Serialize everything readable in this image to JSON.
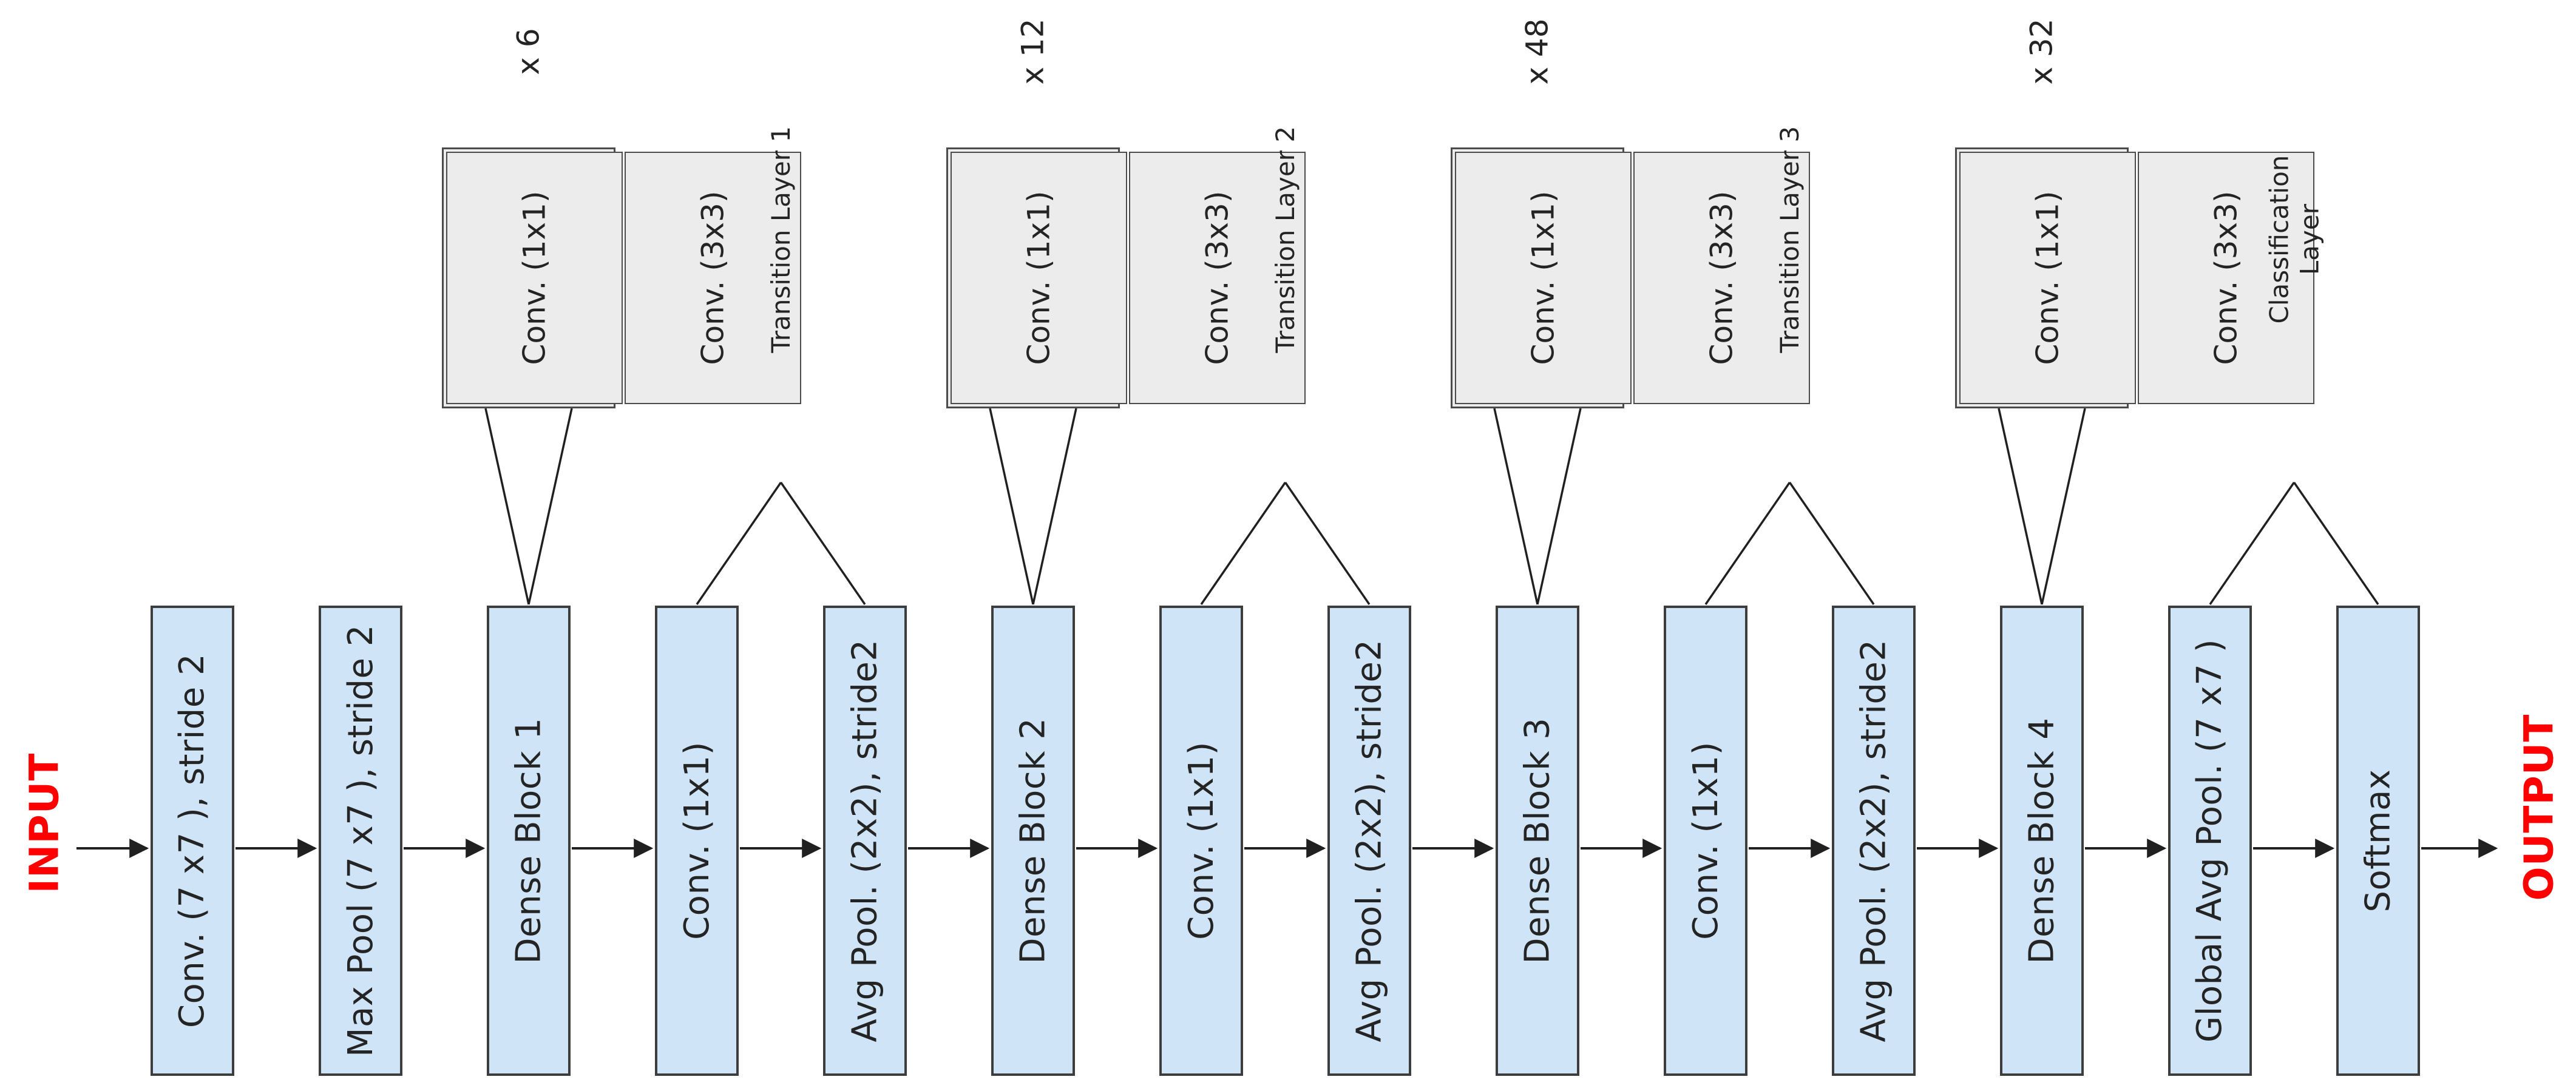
{
  "diagram": {
    "input_label": "INPUT",
    "output_label": "OUTPUT",
    "blocks": [
      {
        "label": "Conv. (7 x7 ), stride 2"
      },
      {
        "label": "Max Pool (7 x7 ), stride 2"
      },
      {
        "label": "Dense Block 1"
      },
      {
        "label": "Conv. (1x1)"
      },
      {
        "label": "Avg Pool. (2x2), stride2"
      },
      {
        "label": "Dense Block 2"
      },
      {
        "label": "Conv. (1x1)"
      },
      {
        "label": "Avg Pool. (2x2), stride2"
      },
      {
        "label": "Dense Block 3"
      },
      {
        "label": "Conv. (1x1)"
      },
      {
        "label": "Avg Pool. (2x2), stride2"
      },
      {
        "label": "Dense Block 4"
      },
      {
        "label": "Global Avg Pool. (7 x7 )"
      },
      {
        "label": "Softmax"
      }
    ],
    "dense_block_details": [
      {
        "attach_block_index": 2,
        "repeat_label": "x 6",
        "layers": [
          "Conv. (1x1)",
          "Conv. (3x3)"
        ]
      },
      {
        "attach_block_index": 5,
        "repeat_label": "x 12",
        "layers": [
          "Conv. (1x1)",
          "Conv. (3x3)"
        ]
      },
      {
        "attach_block_index": 8,
        "repeat_label": "x 48",
        "layers": [
          "Conv. (1x1)",
          "Conv. (3x3)"
        ]
      },
      {
        "attach_block_index": 11,
        "repeat_label": "x 32",
        "layers": [
          "Conv. (1x1)",
          "Conv. (3x3)"
        ]
      }
    ],
    "group_labels": [
      {
        "lines": [
          "Transition Layer 1"
        ],
        "span_block_indices": [
          3,
          4
        ]
      },
      {
        "lines": [
          "Transition Layer 2"
        ],
        "span_block_indices": [
          6,
          7
        ]
      },
      {
        "lines": [
          "Transition Layer 3"
        ],
        "span_block_indices": [
          9,
          10
        ]
      },
      {
        "lines": [
          "Classification",
          "Layer"
        ],
        "span_block_indices": [
          12,
          13
        ]
      }
    ],
    "colors": {
      "background": "#ffffff",
      "block_fill": "#cfe5f7",
      "block_border": "#3d3d3d",
      "detail_fill": "#ececec",
      "detail_border": "#4b4b4b",
      "text": "#242424",
      "line": "#202020",
      "io_text": "#ff0000"
    }
  }
}
